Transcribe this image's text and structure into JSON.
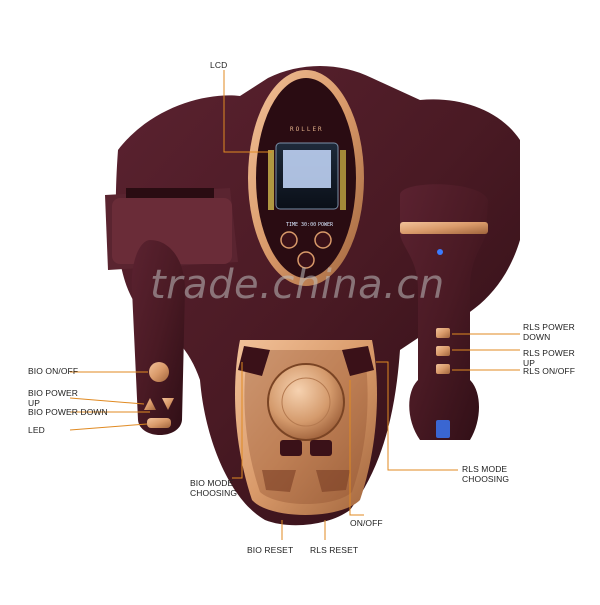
{
  "device": {
    "brand": "ROLLER",
    "screen_readout_left": "TIME 30:00",
    "screen_readout_right": "POWER"
  },
  "watermark": "trade.china.cn",
  "callouts": {
    "lcd": "LCD",
    "bio_on_off": "BIO ON/OFF",
    "bio_power_up": "BIO POWER\nUP",
    "bio_power_down": "BIO POWER DOWN",
    "led": "LED",
    "bio_mode_choosing": "BIO MODE\nCHOOSING",
    "bio_reset": "BIO RESET",
    "rls_reset": "RLS RESET",
    "on_off": "ON/OFF",
    "rls_mode_choosing": "RLS MODE\nCHOOSING",
    "rls_power_down": "RLS POWER\nDOWN",
    "rls_power_up": "RLS POWER\nUP",
    "rls_on_off": "RLS ON/OFF"
  },
  "colors": {
    "body": "#4a1a24",
    "body_dark": "#2e0e15",
    "accent": "#d99a6a",
    "leader": "#e08a22",
    "led_blue": "#3a7bff"
  }
}
